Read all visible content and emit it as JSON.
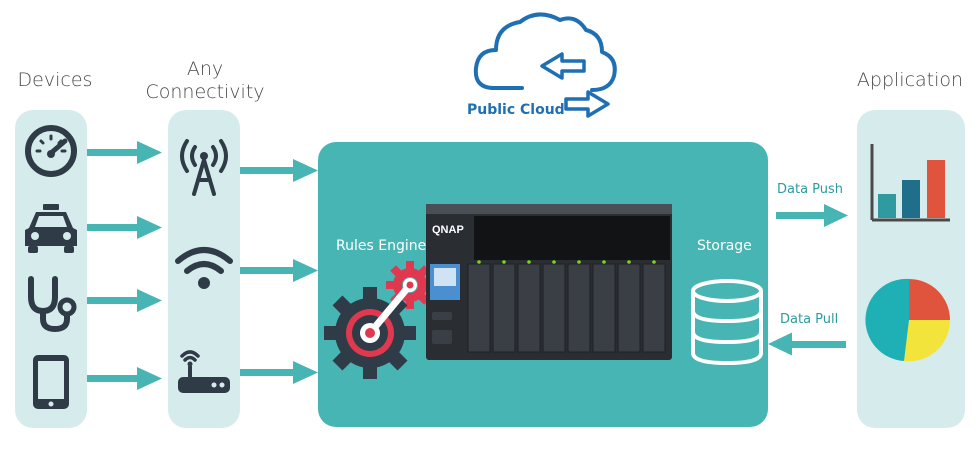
{
  "columns": {
    "devices_title": "Devices",
    "connectivity_title_line1": "Any",
    "connectivity_title_line2": "Connectivity",
    "application_title": "Application"
  },
  "cloud": {
    "label": "Public Cloud"
  },
  "hub": {
    "rules_engine_label": "Rules Engine",
    "storage_label": "Storage",
    "nas_brand": "QNAP"
  },
  "flows": {
    "data_push": "Data Push",
    "data_pull": "Data Pull"
  },
  "devices": [
    "speedometer-icon",
    "car-icon",
    "stethoscope-icon",
    "tablet-icon"
  ],
  "connectivity": [
    "antenna-icon",
    "wifi-icon",
    "router-icon"
  ],
  "applications": [
    "bar-chart-icon",
    "pie-chart-icon"
  ],
  "colors": {
    "teal": "#47b5b3",
    "panel": "#d6ecec",
    "icon_dark": "#2f3b46",
    "arrow": "#47b5b3",
    "cloud_blue": "#1f6fb5",
    "gear_red": "#e0394f",
    "bar_red": "#e0533c"
  }
}
